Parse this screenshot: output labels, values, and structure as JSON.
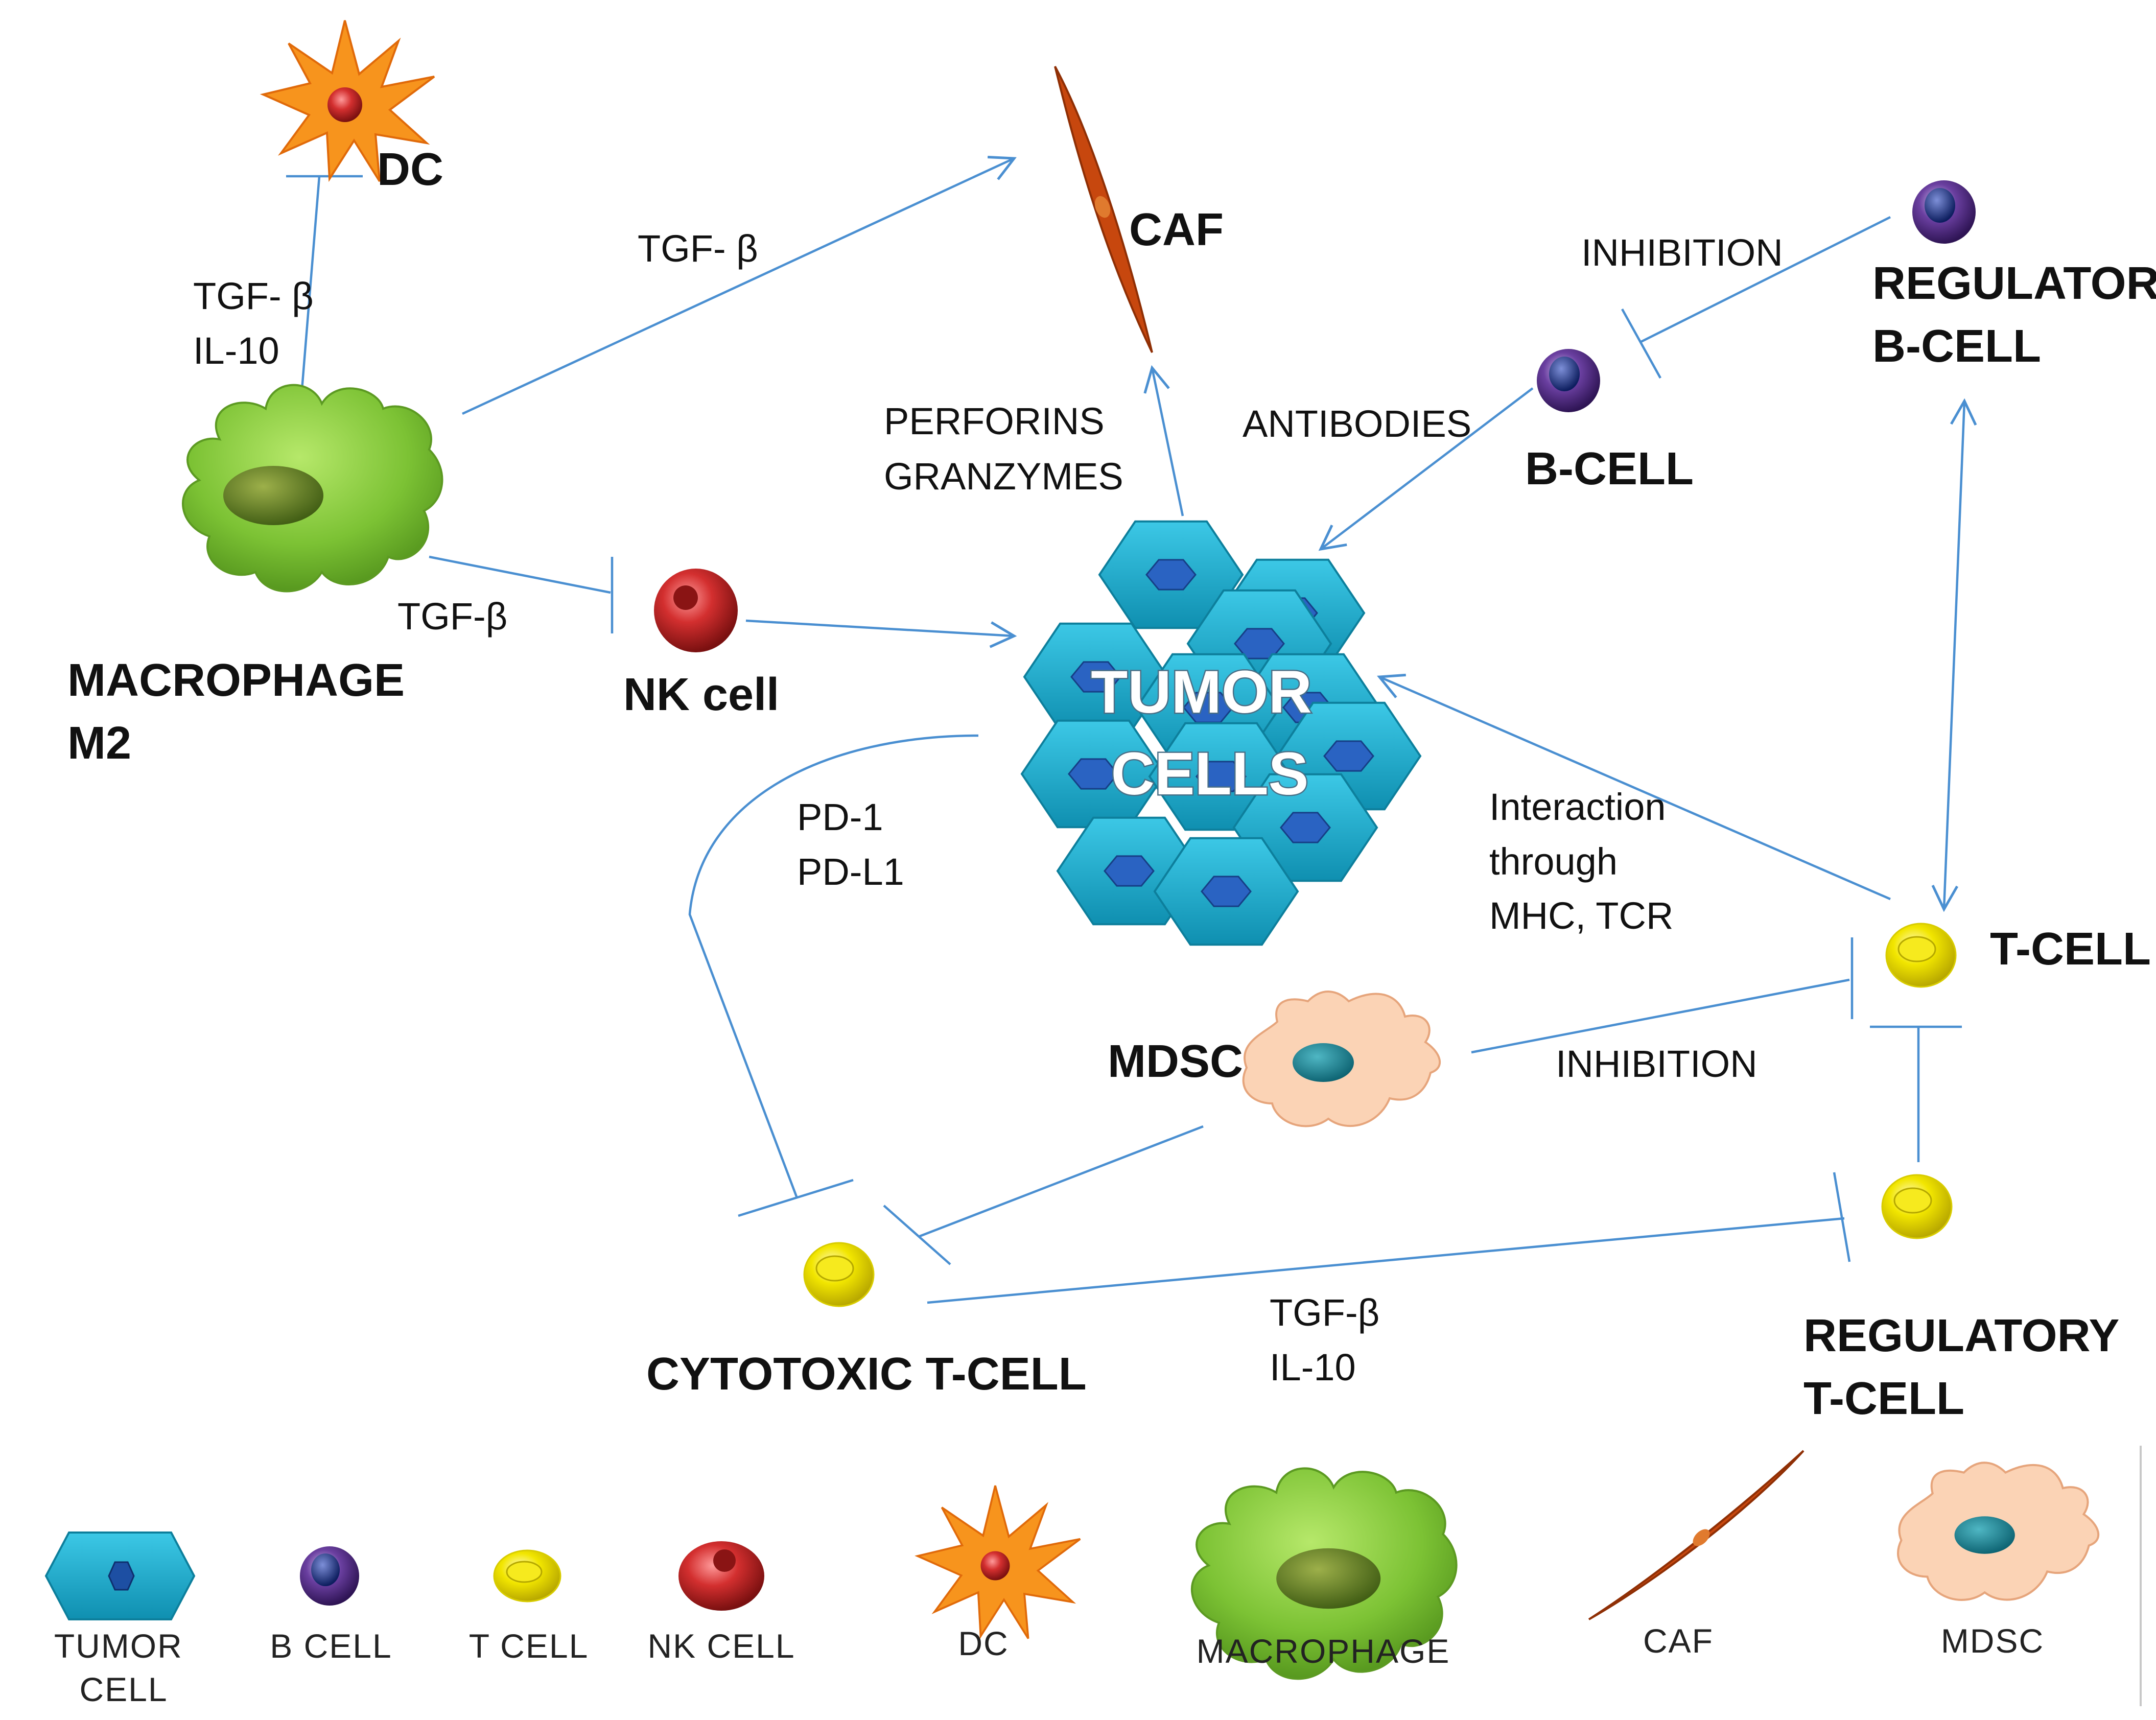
{
  "nodes": {
    "dc": "DC",
    "caf": "CAF",
    "regulatory_b_cell": [
      "REGULATORY",
      "B-CELL"
    ],
    "b_cell": "B-CELL",
    "macrophage": [
      "MACROPHAGE",
      "M2"
    ],
    "nk_cell": "NK cell",
    "tumor_cells": [
      "TUMOR",
      "CELLS"
    ],
    "t_cell": "T-CELL",
    "mdsc": "MDSC",
    "cytotoxic_t_cell": "CYTOTOXIC T-CELL",
    "regulatory_t_cell": [
      "REGULATORY",
      "T-CELL"
    ]
  },
  "edge_labels": {
    "macrophage_dc": [
      "TGF- β",
      "IL-10"
    ],
    "macrophage_caf": "TGF- β",
    "macrophage_nk": "TGF-β",
    "nk_tumor": [
      "PERFORINS",
      "GRANZYMES"
    ],
    "bcell_tumor": "ANTIBODIES",
    "regb_bcell": "INHIBITION",
    "tcell_tumor": [
      "Interaction",
      "through",
      "MHC, TCR"
    ],
    "tumor_cytotoxic": [
      "PD-1",
      "PD-L1"
    ],
    "mdsc_tcell": "INHIBITION",
    "regt_cytotoxic": [
      "TGF-β",
      "IL-10"
    ]
  },
  "legend": [
    {
      "icon": "tumor-cell-icon",
      "label": [
        "TUMOR",
        "CELL"
      ]
    },
    {
      "icon": "b-cell-icon",
      "label": [
        "B CELL"
      ]
    },
    {
      "icon": "t-cell-icon",
      "label": [
        "T CELL"
      ]
    },
    {
      "icon": "nk-cell-icon",
      "label": [
        "NK CELL"
      ]
    },
    {
      "icon": "dc-icon",
      "label": [
        "DC"
      ]
    },
    {
      "icon": "macrophage-icon",
      "label": [
        "MACROPHAGE"
      ]
    },
    {
      "icon": "caf-icon",
      "label": [
        "CAF"
      ]
    },
    {
      "icon": "mdsc-icon",
      "label": [
        "MDSC"
      ]
    }
  ],
  "colors": {
    "edge": "#4a8fd1",
    "tumor": "#1aa7c8",
    "macrophage": "#7cc234",
    "dc": "#f7941d",
    "caf": "#c7470e",
    "mdsc": "#fbd3b5",
    "nk": "#d32f2f",
    "t_cell": "#f2e600",
    "b_cell": "#6a3fa0"
  }
}
